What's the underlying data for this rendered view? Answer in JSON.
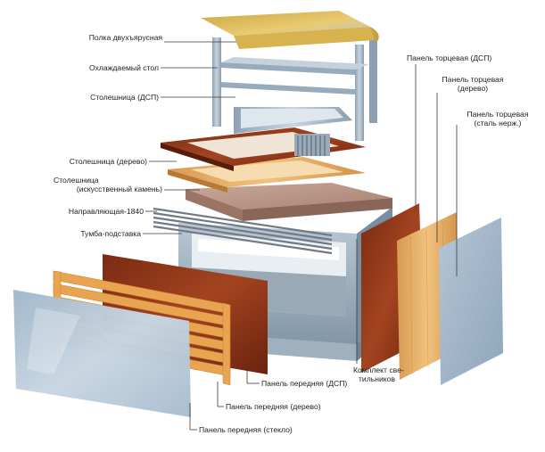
{
  "diagram": {
    "title": "Exploded view of a counter module",
    "labels": {
      "shelf": "Полка двухъярусная",
      "cooled_table": "Охлаждаемый стол",
      "top_chipboard": "Столешница (ДСП)",
      "top_wood": "Столешница (дерево)",
      "top_stone_line1": "Столешница",
      "top_stone_line2": "(искусственный камень)",
      "rail": "Направляющая-1840",
      "base_cabinet": "Тумба-подставка",
      "end_chipboard": "Панель торцевая (ДСП)",
      "end_wood_line1": "Панель торцевая",
      "end_wood_line2": "(дерево)",
      "end_steel_line1": "Панель торцевая",
      "end_steel_line2": "(сталь нерж.)",
      "light_line1": "Комплект све-",
      "light_line2": "тильников",
      "front_chipboard": "Панель передняя (ДСП)",
      "front_wood": "Панель передняя (дерево)",
      "front_glass": "Панель передняя (стекло)"
    }
  }
}
